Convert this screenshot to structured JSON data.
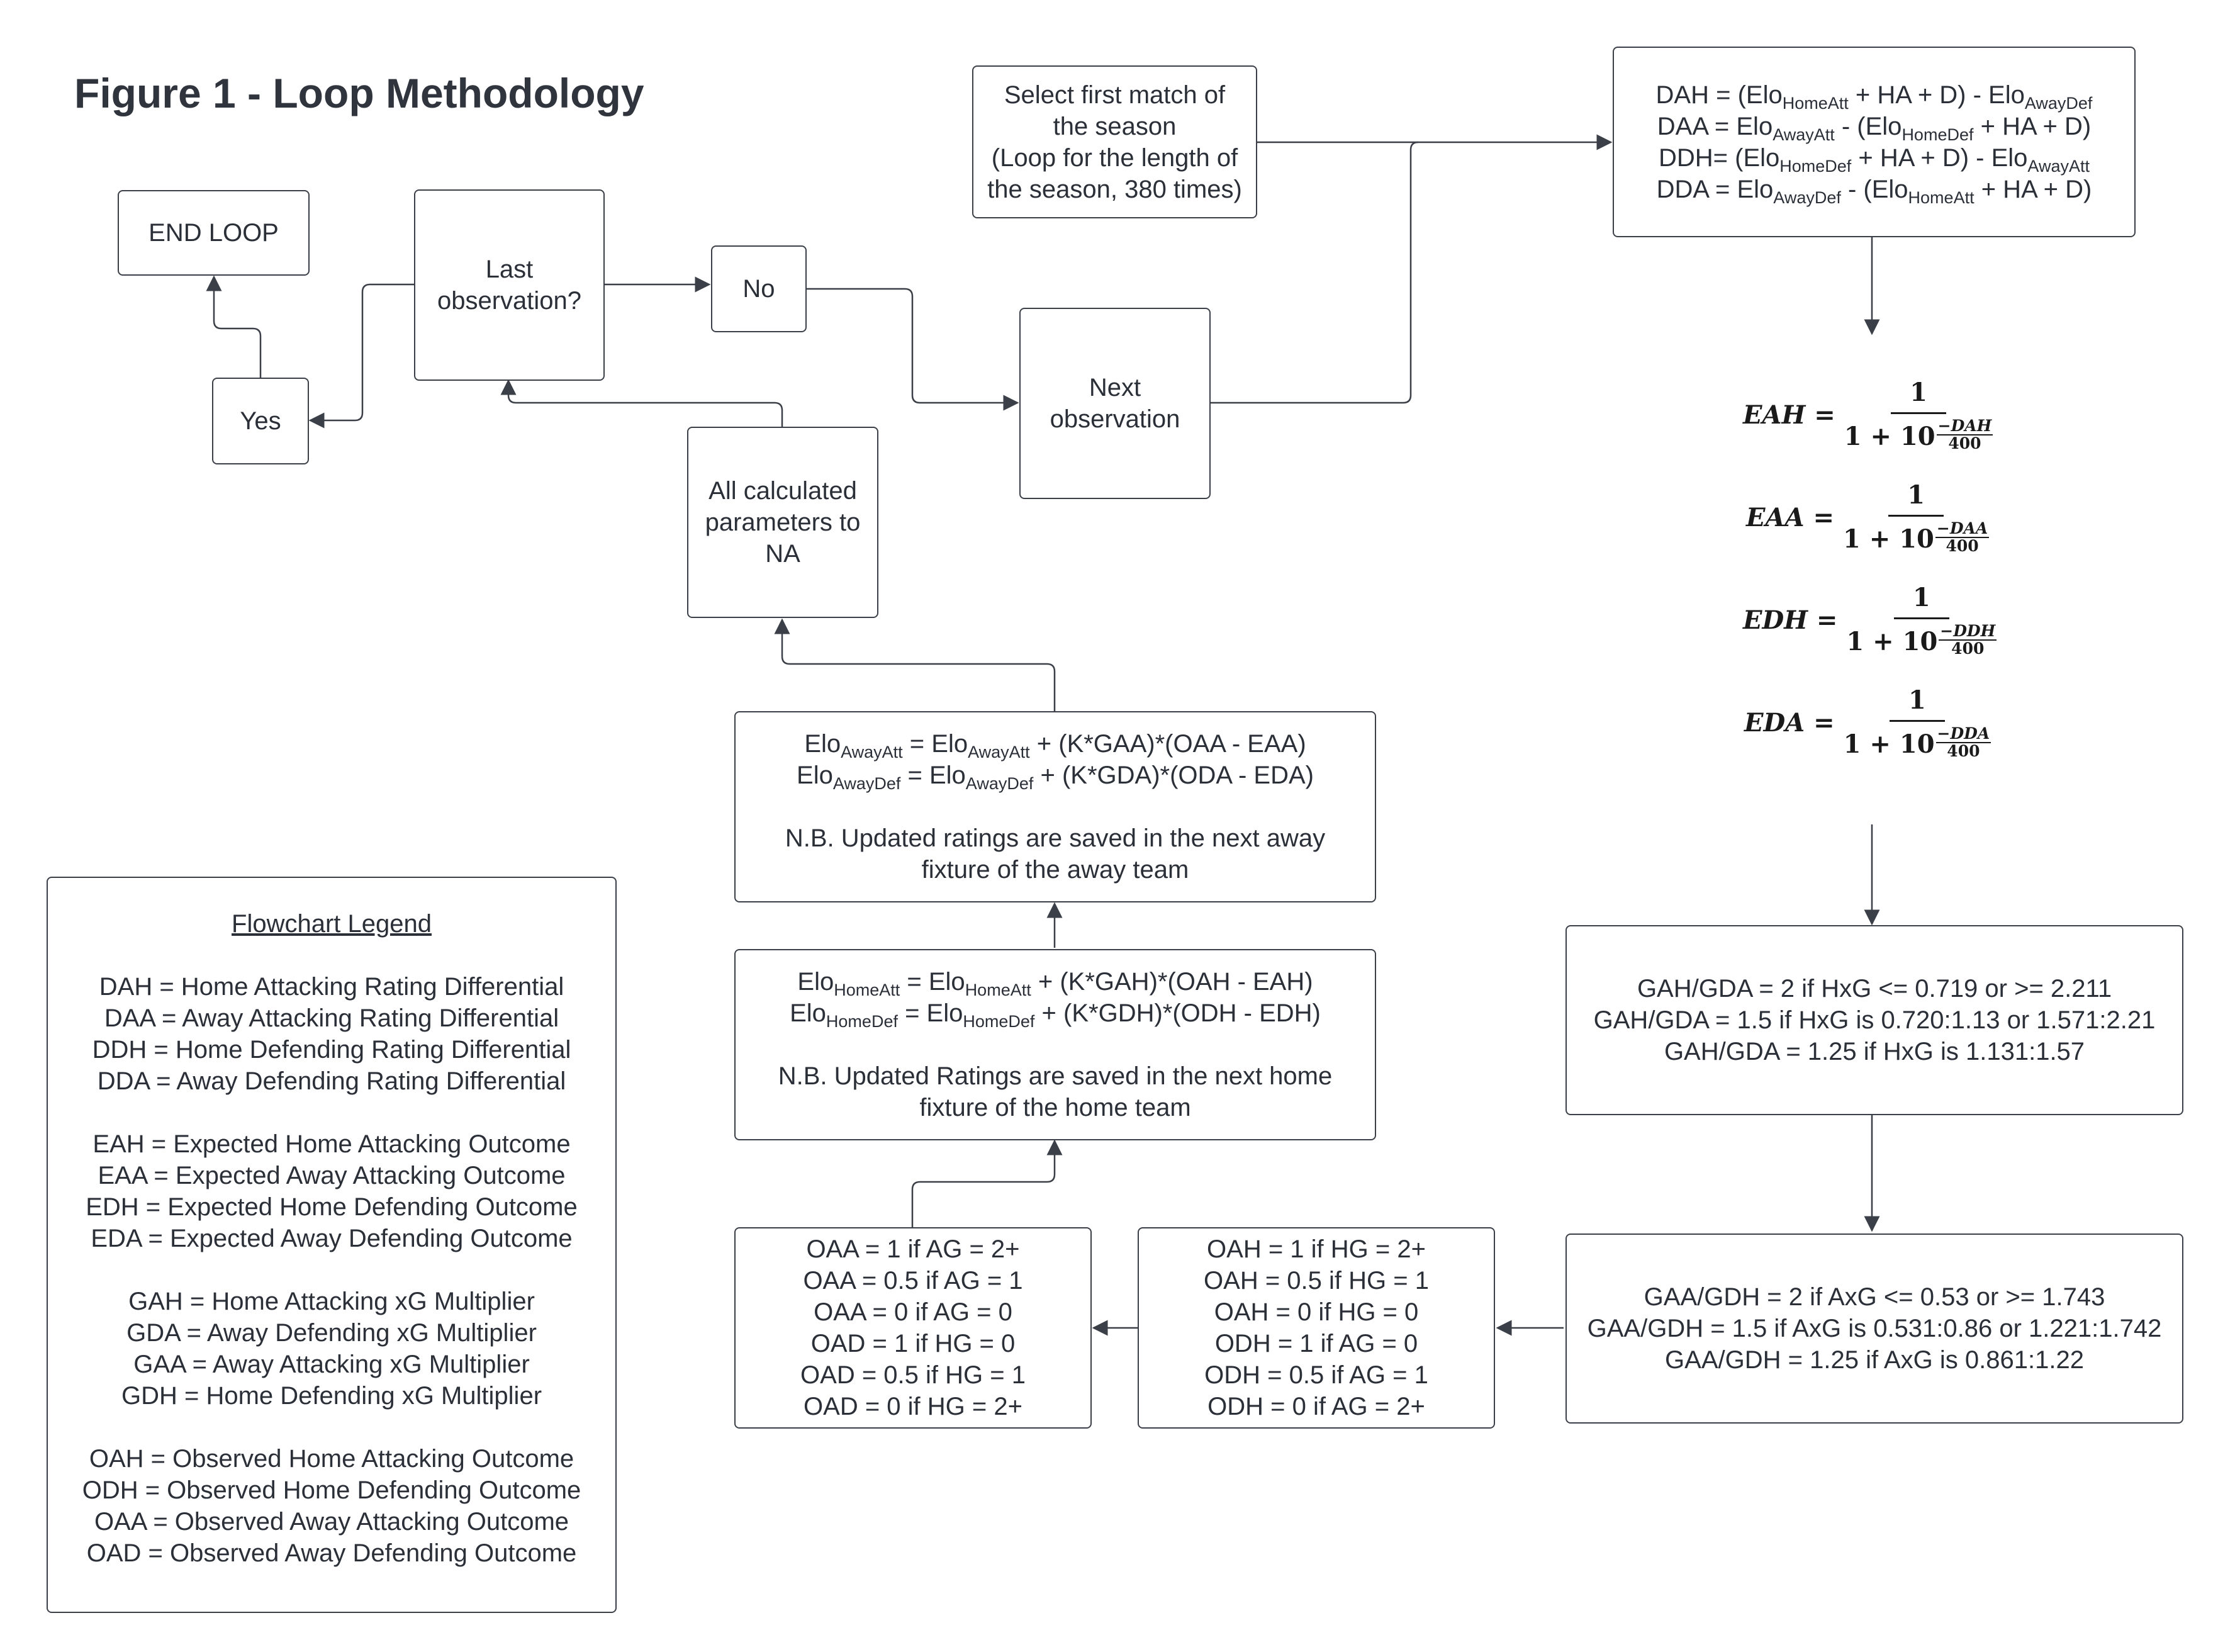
{
  "title": "Figure 1 - Loop Methodology",
  "select_first": [
    "Select first match of",
    "the season",
    "(Loop for the length of",
    "the season, 380 times)"
  ],
  "dah_block": {
    "rows": [
      [
        {
          "t": "DAH = (Elo"
        },
        {
          "s": "HomeAtt"
        },
        {
          "t": " + HA + D) - Elo"
        },
        {
          "s": "AwayDef"
        }
      ],
      [
        {
          "t": "DAA = Elo"
        },
        {
          "s": "AwayAtt"
        },
        {
          "t": " - (Elo"
        },
        {
          "s": "HomeDef"
        },
        {
          "t": " + HA + D)"
        }
      ],
      [
        {
          "t": "DDH= (Elo"
        },
        {
          "s": "HomeDef"
        },
        {
          "t": " + HA + D) - Elo"
        },
        {
          "s": "AwayAtt"
        }
      ],
      [
        {
          "t": "DDA = Elo"
        },
        {
          "s": "AwayDef"
        },
        {
          "t": " - (Elo"
        },
        {
          "s": "HomeAtt"
        },
        {
          "t": " + HA + D)"
        }
      ]
    ]
  },
  "end_loop": "END LOOP",
  "last_obs": [
    "Last",
    "observation?"
  ],
  "no_label": "No",
  "yes_label": "Yes",
  "next_obs": [
    "Next",
    "observation"
  ],
  "all_na": [
    "All calculated",
    "parameters to",
    "NA"
  ],
  "equations": [
    {
      "lhs": "EAH =",
      "num": "1",
      "base": "1 + 10",
      "exp_num": "−DAH",
      "exp_den": "400"
    },
    {
      "lhs": "EAA =",
      "num": "1",
      "base": "1 + 10",
      "exp_num": "−DAA",
      "exp_den": "400"
    },
    {
      "lhs": "EDH =",
      "num": "1",
      "base": "1 + 10",
      "exp_num": "−DDH",
      "exp_den": "400"
    },
    {
      "lhs": "EDA =",
      "num": "1",
      "base": "1 + 10",
      "exp_num": "−DDA",
      "exp_den": "400"
    }
  ],
  "away_update": {
    "rows": [
      [
        {
          "t": "Elo"
        },
        {
          "s": "AwayAtt"
        },
        {
          "t": " = Elo"
        },
        {
          "s": "AwayAtt"
        },
        {
          "t": " + (K*GAA)*(OAA - EAA)"
        }
      ],
      [
        {
          "t": "Elo"
        },
        {
          "s": "AwayDef"
        },
        {
          "t": " = Elo"
        },
        {
          "s": "AwayDef"
        },
        {
          "t": " + (K*GDA)*(ODA - EDA)"
        }
      ],
      [],
      [
        {
          "t": "N.B. Updated ratings are saved in the next away"
        }
      ],
      [
        {
          "t": "fixture of the away team"
        }
      ]
    ]
  },
  "home_update": {
    "rows": [
      [
        {
          "t": "Elo"
        },
        {
          "s": "HomeAtt"
        },
        {
          "t": " = Elo"
        },
        {
          "s": "HomeAtt"
        },
        {
          "t": " + (K*GAH)*(OAH - EAH)"
        }
      ],
      [
        {
          "t": "Elo"
        },
        {
          "s": "HomeDef"
        },
        {
          "t": " = Elo"
        },
        {
          "s": "HomeDef"
        },
        {
          "t": " + (K*GDH)*(ODH - EDH)"
        }
      ],
      [],
      [
        {
          "t": "N.B. Updated Ratings are saved in the next home"
        }
      ],
      [
        {
          "t": "fixture of the home team"
        }
      ]
    ]
  },
  "gah_gda": [
    "GAH/GDA = 2 if HxG <= 0.719 or >= 2.211",
    "GAH/GDA = 1.5 if HxG is 0.720:1.13  or 1.571:2.21",
    "GAH/GDA = 1.25 if HxG is 1.131:1.57"
  ],
  "gaa_gdh": [
    "GAA/GDH = 2 if AxG <= 0.53 or >= 1.743",
    "GAA/GDH = 1.5 if AxG is 0.531:0.86 or 1.221:1.742",
    "GAA/GDH = 1.25 if AxG is 0.861:1.22"
  ],
  "oah_box": [
    "OAH = 1 if HG = 2+",
    "OAH = 0.5 if HG = 1",
    "OAH = 0 if HG = 0",
    "ODH = 1 if AG = 0",
    "ODH = 0.5 if AG = 1",
    "ODH = 0 if AG = 2+"
  ],
  "oaa_box": [
    "OAA = 1 if AG = 2+",
    "OAA = 0.5 if AG = 1",
    "OAA = 0 if AG = 0",
    "OAD = 1 if HG = 0",
    "OAD = 0.5 if HG = 1",
    "OAD = 0 if HG = 2+"
  ],
  "legend": {
    "title": "Flowchart Legend",
    "groups": [
      [
        "DAH = Home Attacking Rating Differential",
        "DAA = Away Attacking Rating Differential",
        "DDH = Home Defending Rating Differential",
        "DDA = Away Defending Rating Differential"
      ],
      [
        "EAH = Expected Home Attacking Outcome",
        "EAA = Expected Away Attacking Outcome",
        "EDH = Expected Home Defending Outcome",
        "EDA = Expected Away Defending Outcome"
      ],
      [
        "GAH = Home Attacking xG Multiplier",
        "GDA = Away Defending xG Multiplier",
        "GAA = Away Attacking xG Multiplier",
        "GDH = Home Defending xG Multiplier"
      ],
      [
        "OAH = Observed Home Attacking Outcome",
        "ODH = Observed Home Defending Outcome",
        "OAA = Observed Away Attacking Outcome",
        "OAD = Observed Away Defending Outcome"
      ]
    ]
  }
}
